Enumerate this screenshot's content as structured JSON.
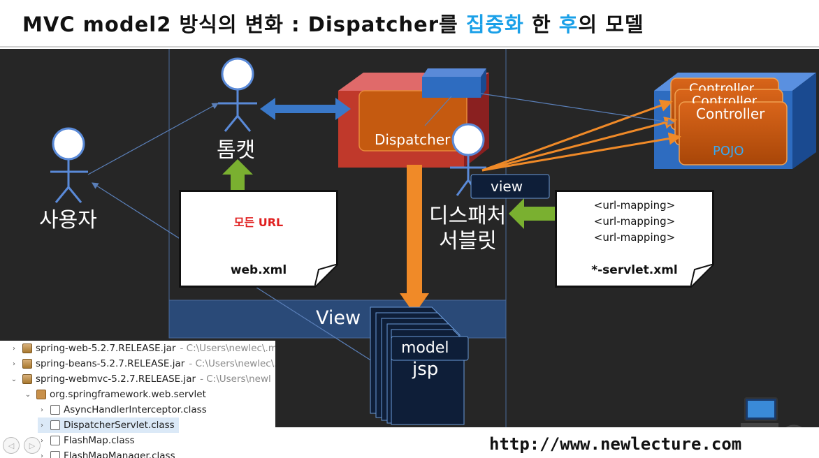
{
  "title": {
    "prefix": "MVC model2 방식의 변화 : Dispatcher를 ",
    "highlight1": "집중화",
    "middle": " 한 ",
    "highlight2": "후",
    "suffix": "의 모델"
  },
  "diagram": {
    "user_label": "사용자",
    "tomcat_label": "톰캣",
    "dispatcher_label": "Dispatcher",
    "dispatcher_servlet_line1": "디스패처",
    "dispatcher_servlet_line2": "서블릿",
    "view_tag": "view",
    "controller_labels": [
      "Controller",
      "Controller",
      "Controller"
    ],
    "pojo_label": "POJO",
    "view_band_label": "View",
    "model_label": "model",
    "jsp_label": "jsp",
    "webxml_doc": {
      "highlight_text": "모든 URL",
      "filename": "web.xml"
    },
    "servlet_doc": {
      "lines": [
        "<url-mapping>",
        "<url-mapping>",
        "<url-mapping>"
      ],
      "filename": "*-servlet.xml"
    }
  },
  "ide": {
    "rows": [
      {
        "arrow": "›",
        "icon": "jar-icon",
        "name": "spring-web-5.2.7.RELEASE.jar",
        "path": "- C:\\Users\\newlec\\.m"
      },
      {
        "arrow": "›",
        "icon": "jar-icon",
        "name": "spring-beans-5.2.7.RELEASE.jar",
        "path": "- C:\\Users\\newlec\\.m"
      },
      {
        "arrow": "⌄",
        "icon": "jar-icon",
        "name": "spring-webmvc-5.2.7.RELEASE.jar",
        "path": "- C:\\Users\\newl"
      },
      {
        "arrow": "⌄",
        "icon": "pkg-icon",
        "name": "org.springframework.web.servlet",
        "path": ""
      },
      {
        "arrow": "›",
        "icon": "class-icon",
        "name": "AsyncHandlerInterceptor.class",
        "path": ""
      },
      {
        "arrow": "›",
        "icon": "class-icon",
        "name": "DispatcherServlet.class",
        "path": ""
      },
      {
        "arrow": "›",
        "icon": "class-icon",
        "name": "FlashMap.class",
        "path": ""
      },
      {
        "arrow": "›",
        "icon": "class-icon",
        "name": "FlashMapManager.class",
        "path": ""
      }
    ]
  },
  "footer": {
    "url": "http://www.newlecture.com"
  },
  "colors": {
    "title_highlight": "#1aa0e8",
    "dispatcher_red": "#c0392b",
    "orange_arrow": "#f08a28",
    "controller_orange": "#c85a10",
    "container_blue": "#2e6cc0",
    "green_arrow": "#7ab030"
  }
}
